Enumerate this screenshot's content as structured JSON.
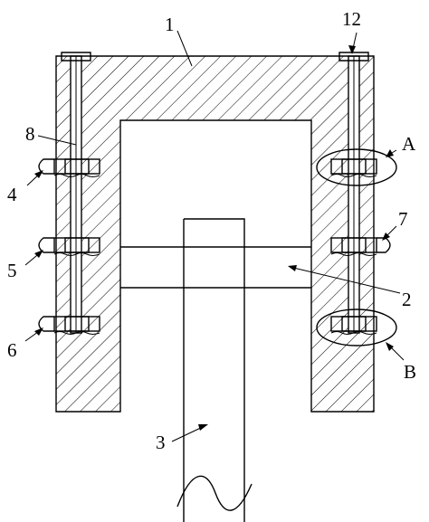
{
  "diagram": {
    "labels": {
      "l1": "1",
      "l12": "12",
      "l8": "8",
      "lA": "A",
      "l4": "4",
      "l7": "7",
      "l5": "5",
      "l2": "2",
      "l6": "6",
      "lB": "B",
      "l3": "3"
    },
    "colors": {
      "line": "#000000",
      "background": "#ffffff"
    }
  }
}
